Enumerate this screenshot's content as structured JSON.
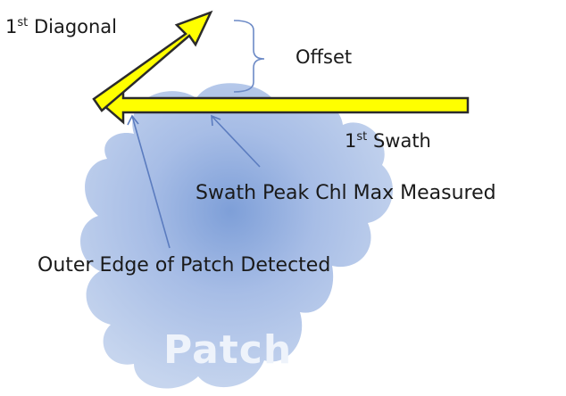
{
  "labels": {
    "diagonal_main": "1",
    "diagonal_sup": "st",
    "diagonal_rest": " Diagonal",
    "offset": "Offset",
    "swath_main": "1",
    "swath_sup": "st",
    "swath_rest": " Swath",
    "peak": "Swath Peak Chl Max Measured",
    "edge": "Outer Edge of Patch Detected",
    "patch": "Patch"
  },
  "colors": {
    "patch_fill": "#b9cbe8",
    "patch_center": "#7e9fd8",
    "arrow_fill": "#ffff00",
    "arrow_stroke": "#2b2b2b",
    "leader_line": "#5b7cbf",
    "patch_text": "#eef3fb"
  }
}
